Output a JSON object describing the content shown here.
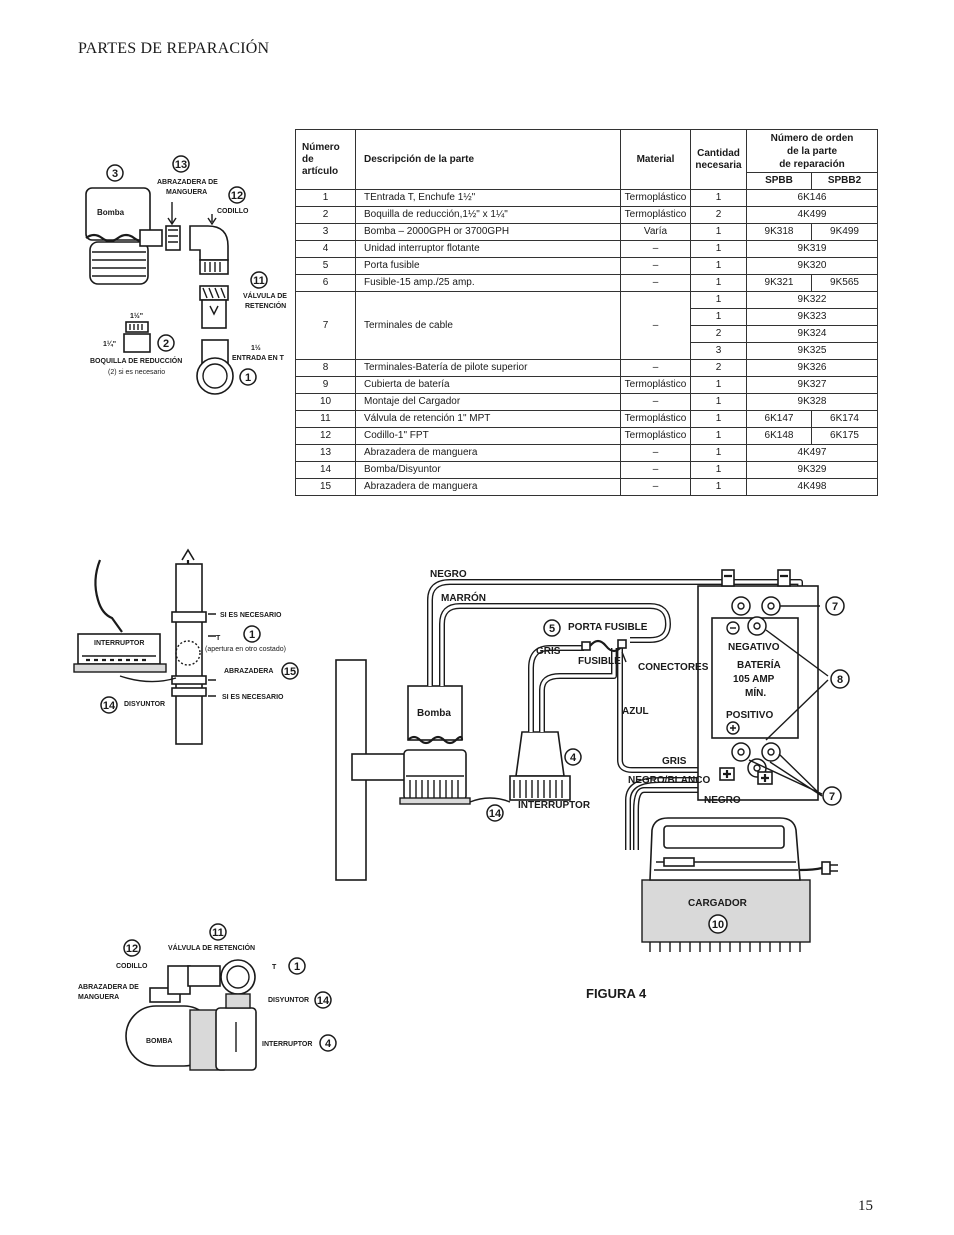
{
  "page": {
    "title": "PARTES DE REPARACIÓN",
    "number": "15"
  },
  "table": {
    "headers": {
      "item": "Número de artículo",
      "description": "Descripción de la parte",
      "material": "Material",
      "qty": "Cantidad necesaria",
      "order_line1": "Número de orden",
      "order_line2": "de la parte",
      "order_line3": "de reparación",
      "spbb": "SPBB",
      "spbb2": "SPBB2"
    },
    "rows": [
      {
        "item": "1",
        "desc": "TEntrada T, Enchufe 1½\"",
        "mat": "Termoplástico",
        "qty": "1",
        "spbb": "6K146",
        "spbb2": null
      },
      {
        "item": "2",
        "desc": "Boquilla de reducción,1½\" x 1¼\"",
        "mat": "Termoplástico",
        "qty": "2",
        "spbb": "4K499",
        "spbb2": null
      },
      {
        "item": "3",
        "desc": "Bomba – 2000GPH or 3700GPH",
        "mat": "Varía",
        "qty": "1",
        "spbb": "9K318",
        "spbb2": "9K499"
      },
      {
        "item": "4",
        "desc": "Unidad interruptor flotante",
        "mat": "–",
        "qty": "1",
        "spbb": "9K319",
        "spbb2": null
      },
      {
        "item": "5",
        "desc": "Porta fusible",
        "mat": "–",
        "qty": "1",
        "spbb": "9K320",
        "spbb2": null
      },
      {
        "item": "6",
        "desc": "Fusible-15 amp./25 amp.",
        "mat": "–",
        "qty": "1",
        "spbb": "9K321",
        "spbb2": "9K565"
      },
      {
        "item": "8",
        "desc": "Terminales-Batería de pilote superior",
        "mat": "–",
        "qty": "2",
        "spbb": "9K326",
        "spbb2": null
      },
      {
        "item": "9",
        "desc": "Cubierta de batería",
        "mat": "Termoplástico",
        "qty": "1",
        "spbb": "9K327",
        "spbb2": null
      },
      {
        "item": "10",
        "desc": "Montaje del Cargador",
        "mat": "–",
        "qty": "1",
        "spbb": "9K328",
        "spbb2": null
      },
      {
        "item": "11",
        "desc": "Válvula de retención 1\" MPT",
        "mat": "Termoplástico",
        "qty": "1",
        "spbb": "6K147",
        "spbb2": "6K174"
      },
      {
        "item": "12",
        "desc": "Codillo-1\" FPT",
        "mat": "Termoplástico",
        "qty": "1",
        "spbb": "6K148",
        "spbb2": "6K175"
      },
      {
        "item": "13",
        "desc": "Abrazadera de manguera",
        "mat": "–",
        "qty": "1",
        "spbb": "4K497",
        "spbb2": null
      },
      {
        "item": "14",
        "desc": "Bomba/Disyuntor",
        "mat": "–",
        "qty": "1",
        "spbb": "9K329",
        "spbb2": null
      },
      {
        "item": "15",
        "desc": "Abrazadera de manguera",
        "mat": "–",
        "qty": "1",
        "spbb": "4K498",
        "spbb2": null
      }
    ],
    "row7": {
      "item": "7",
      "desc": "Terminales de cable",
      "mat": "–",
      "sub": [
        {
          "qty": "1",
          "code": "9K322"
        },
        {
          "qty": "1",
          "code": "9K323"
        },
        {
          "qty": "2",
          "code": "9K324"
        },
        {
          "qty": "3",
          "code": "9K325"
        }
      ]
    }
  },
  "fig_top_left": {
    "callouts": [
      "3",
      "13",
      "12",
      "11",
      "2",
      "1"
    ],
    "bomba": "Bomba",
    "abrazadera_line1": "ABRAZADERA DE",
    "abrazadera_line2": "MANGUERA",
    "codillo": "CODILLO",
    "valvula_line1": "VÁLVULA DE",
    "valvula_line2": "RETENCIÓN",
    "size_1_5": "1½\"",
    "size_1_25": "1¼\"",
    "boquilla": "BOQUILLA DE REDUCCIÓN",
    "boquilla_note": "(2) si es necesario",
    "entrada_line1": "1½",
    "entrada_line2": "ENTRADA EN T"
  },
  "fig_mid_left": {
    "callouts": [
      "1",
      "15",
      "14"
    ],
    "si_necesario_1": "SI ES NECESARIO",
    "t_label": "T",
    "t_note": "(apertura en otro costado)",
    "abrazadera": "ABRAZADERA",
    "si_necesario_2": "SI ES NECESARIO",
    "interruptor": "INTERRUPTOR",
    "disyuntor": "DISYUNTOR"
  },
  "fig_bottom_left": {
    "callouts": [
      "11",
      "12",
      "1",
      "14",
      "4"
    ],
    "valvula": "VÁLVULA DE RETENCIÓN",
    "codillo": "CODILLO",
    "t_label": "T",
    "abrazadera_line1": "ABRAZADERA DE",
    "abrazadera_line2": "MANGUERA",
    "disyuntor": "DISYUNTOR",
    "bomba": "BOMBA",
    "interruptor": "INTERRUPTOR"
  },
  "fig4": {
    "caption": "FIGURA 4",
    "callouts": [
      "5",
      "4",
      "14",
      "7",
      "8",
      "7",
      "10"
    ],
    "negro_top": "NEGRO",
    "marron": "MARRÓN",
    "porta_fusible": "PORTA FUSIBLE",
    "gris_1": "GRIS",
    "fusible": "FUSIBLE",
    "conectores": "CONECTORES",
    "negativo": "NEGATIVO",
    "bateria_line1": "BATERÍA",
    "bateria_line2": "105 AMP",
    "bateria_line3": "MÍN.",
    "positivo": "POSITIVO",
    "azul": "AZUL",
    "gris_2": "GRIS",
    "negro_blanco": "NEGRO/BLANCO",
    "negro_bottom": "NEGRO",
    "bomba": "Bomba",
    "interruptor": "INTERRUPTOR",
    "cargador": "CARGADOR"
  }
}
